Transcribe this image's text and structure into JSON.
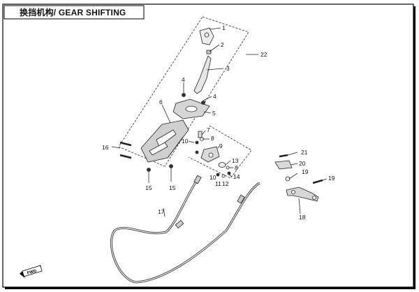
{
  "title": "换挡机构/ GEAR SHIFTING",
  "fwd_label": "FWD",
  "callouts": [
    {
      "label": "1"
    },
    {
      "label": "2"
    },
    {
      "label": "3"
    },
    {
      "label": "22"
    },
    {
      "label": "4"
    },
    {
      "label": "4"
    },
    {
      "label": "6"
    },
    {
      "label": "5"
    },
    {
      "label": "7"
    },
    {
      "label": "8"
    },
    {
      "label": "10"
    },
    {
      "label": "9"
    },
    {
      "label": "16"
    },
    {
      "label": "13"
    },
    {
      "label": "8"
    },
    {
      "label": "14"
    },
    {
      "label": "10"
    },
    {
      "label": "11"
    },
    {
      "label": "12"
    },
    {
      "label": "15"
    },
    {
      "label": "15"
    },
    {
      "label": "21"
    },
    {
      "label": "20"
    },
    {
      "label": "19"
    },
    {
      "label": "19"
    },
    {
      "label": "17"
    },
    {
      "label": "18"
    }
  ]
}
